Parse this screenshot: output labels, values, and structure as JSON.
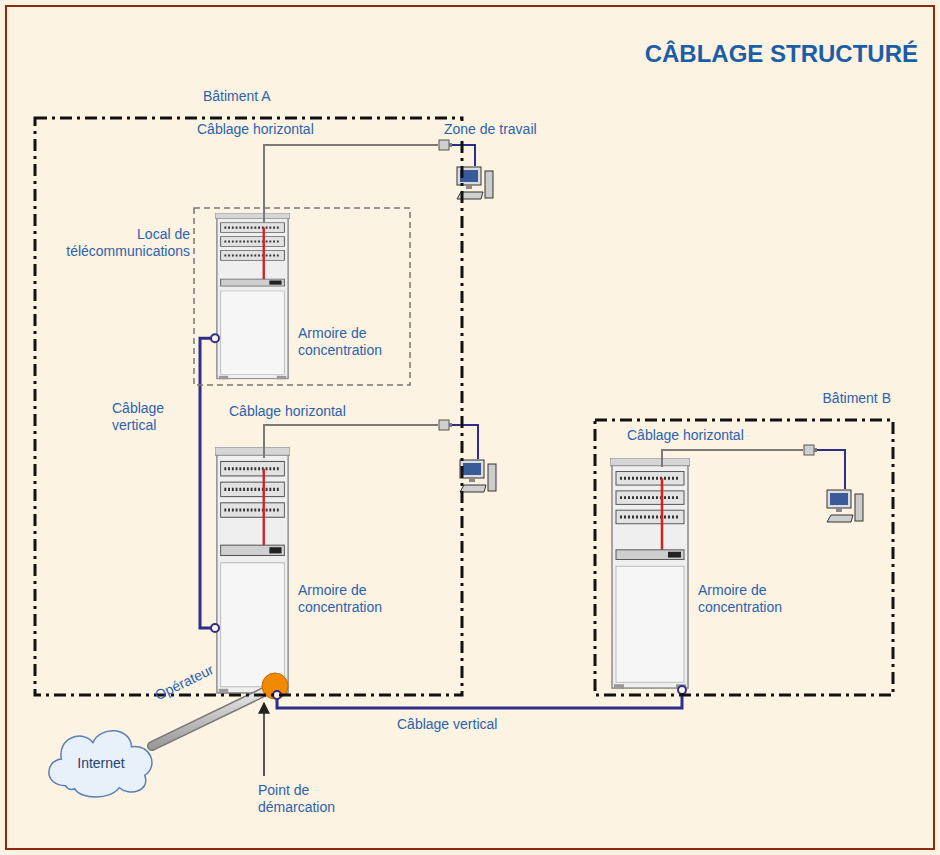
{
  "diagram": {
    "title": "CÂBLAGE STRUCTURÉ",
    "nodes": [
      {
        "text": [
          "Bâtiment A"
        ]
      },
      {
        "text": [
          "Local de télécommunications"
        ],
        "in": 0
      },
      {
        "text": [
          "Armoire de concentration"
        ],
        "in": 1
      },
      {
        "text": [
          "Armoire de concentration"
        ],
        "in": 0
      },
      {
        "text": [
          "Bâtiment B"
        ]
      },
      {
        "text": [
          "Armoire de concentration"
        ],
        "in": 4
      },
      {
        "text": [
          "Internet"
        ]
      }
    ],
    "edges": [
      {
        "from": 2,
        "to": 3,
        "arrow": "none",
        "label": "Câblage vertical"
      },
      {
        "from": 3,
        "to": 5,
        "arrow": "none",
        "label": "Câblage vertical"
      }
    ],
    "labels": [
      "Câblage horizontal",
      "Zone de travail",
      "Câblage horizontal",
      "Câblage horizontal",
      "Opérateur",
      "Point de démarcation"
    ]
  }
}
